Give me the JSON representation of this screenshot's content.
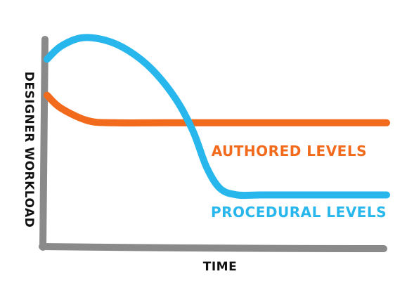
{
  "chart_data": {
    "type": "line",
    "title": "",
    "xlabel": "TIME",
    "ylabel": "DESIGNER WORKLOAD",
    "xlim": [
      0,
      100
    ],
    "ylim": [
      0,
      100
    ],
    "grid": false,
    "legend": "inline labels beside each line",
    "colors": {
      "axis": "#8a8a8a",
      "authored": "#f26a1b",
      "procedural": "#27b7ec"
    },
    "series": [
      {
        "name": "AUTHORED LEVELS",
        "color": "#f26a1b",
        "x": [
          0,
          4,
          12,
          20,
          35,
          60,
          80,
          100
        ],
        "y": [
          71,
          65,
          59,
          58,
          58,
          58,
          58,
          58
        ]
      },
      {
        "name": "PROCEDURAL LEVELS",
        "color": "#27b7ec",
        "x": [
          0,
          4,
          10,
          17,
          24,
          31,
          38,
          43,
          47,
          51,
          56,
          63,
          75,
          100
        ],
        "y": [
          88,
          94,
          98,
          97,
          92,
          83,
          69,
          54,
          37,
          27,
          24,
          24,
          24,
          24
        ]
      }
    ]
  }
}
